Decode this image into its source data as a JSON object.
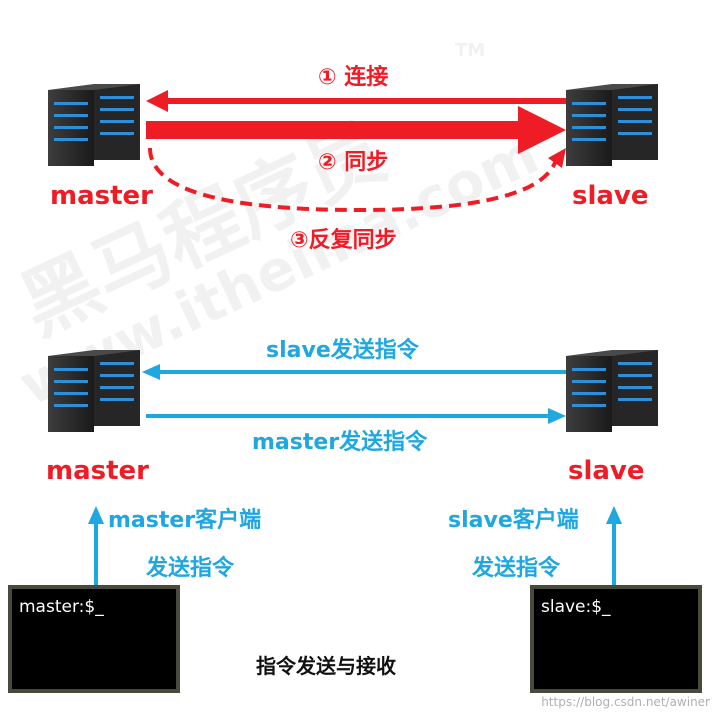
{
  "colors": {
    "sync_red": "#ee1c24",
    "cmd_blue": "#1ea7e1",
    "terminal_bg": "#000000",
    "terminal_border": "#4a4a3c"
  },
  "watermark": {
    "brand": "黑马程序员",
    "tm": "TM",
    "url": "www.itheima.com",
    "credit": "https://blog.csdn.net/awiner"
  },
  "top_diagram": {
    "master_label": "master",
    "slave_label": "slave",
    "step1": "① 连接",
    "step2": "② 同步",
    "step3": "③反复同步"
  },
  "bottom_diagram": {
    "master_label": "master",
    "slave_label": "slave",
    "slave_to_master": "slave发送指令",
    "master_to_slave": "master发送指令",
    "master_client_line1": "master客户端",
    "master_client_line2": "发送指令",
    "slave_client_line1": "slave客户端",
    "slave_client_line2": "发送指令",
    "master_prompt": "master:$_",
    "slave_prompt": "slave:$_",
    "caption": "指令发送与接收"
  },
  "icons": {
    "server": "server-rack-icon"
  }
}
